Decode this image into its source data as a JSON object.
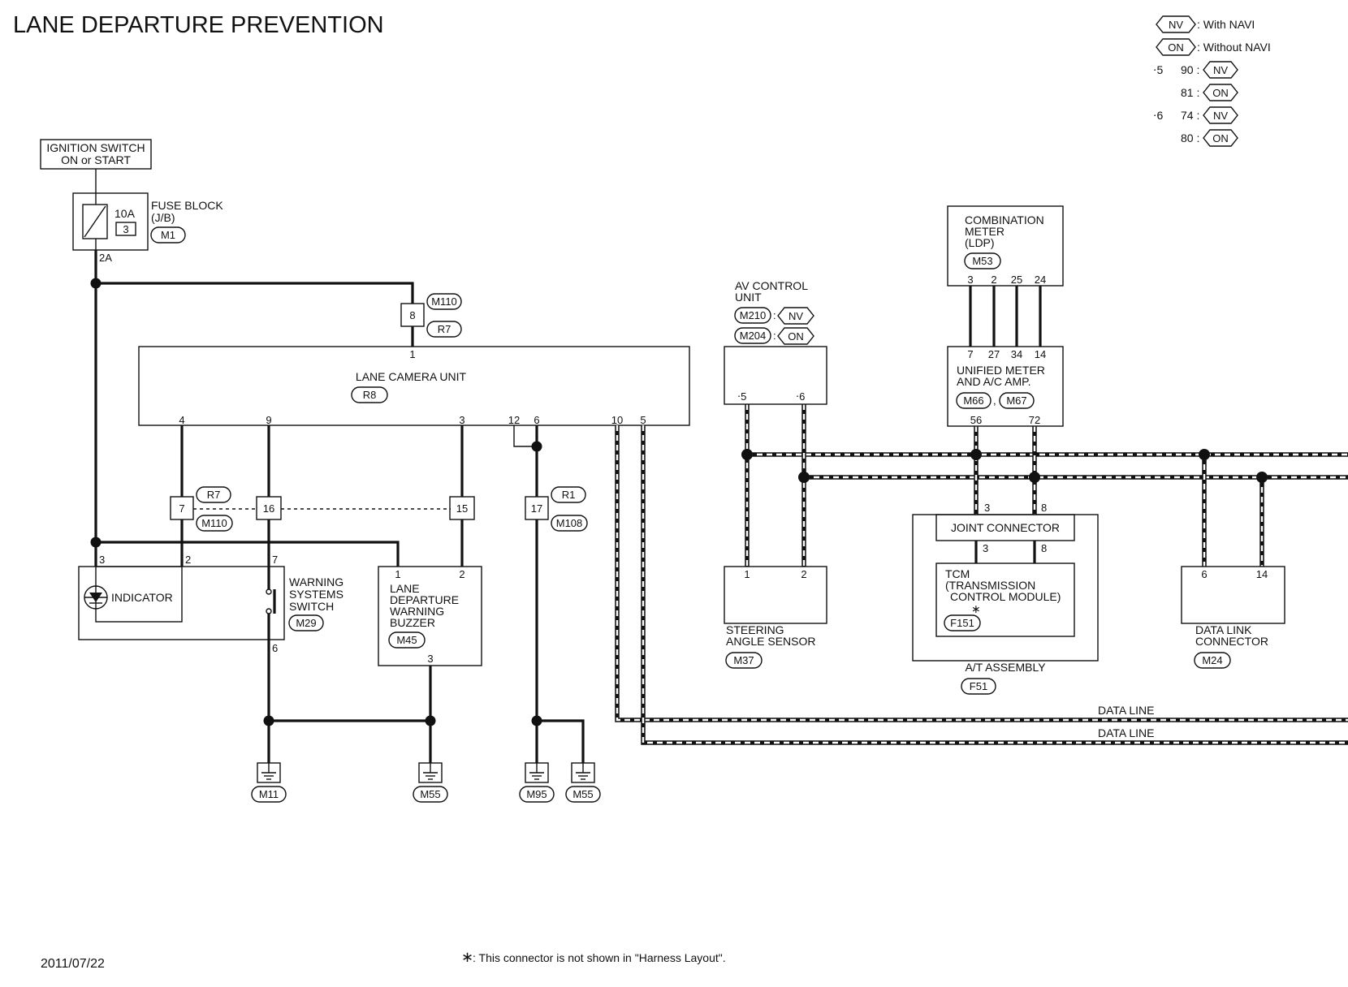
{
  "title": "LANE DEPARTURE PREVENTION",
  "legend": {
    "nv_tag": "NV",
    "nv_desc": ": With NAVI",
    "on_tag": "ON",
    "on_desc": ": Without NAVI",
    "star5": "⋅5",
    "star5_pin_nv": "90 :",
    "star5_pin_on": "81 :",
    "star6": "⋅6",
    "star6_pin_nv": "74 :",
    "star6_pin_on": "80 :"
  },
  "ignition": {
    "line1": "IGNITION SWITCH",
    "line2": "ON or START"
  },
  "fuse": {
    "label1": "FUSE BLOCK",
    "label2": "(J/B)",
    "connector": "M1",
    "amp": "10A",
    "number": "3",
    "output_pin": "2A"
  },
  "junction_top": {
    "pin": "8",
    "conn_a": "M110",
    "conn_b": "R7"
  },
  "lane_camera": {
    "name": "LANE CAMERA UNIT",
    "connector": "R8",
    "pin_top": "1",
    "pins": [
      "4",
      "9",
      "3",
      "12",
      "6",
      "10",
      "5"
    ]
  },
  "junctions_mid": {
    "j7": "7",
    "j16": "16",
    "j15": "15",
    "conn_r7": "R7",
    "conn_m110": "M110",
    "j17": "17",
    "conn_r1": "R1",
    "conn_m108": "M108"
  },
  "warning_switch": {
    "indicator": "INDICATOR",
    "label1": "WARNING",
    "label2": "SYSTEMS",
    "label3": "SWITCH",
    "connector": "M29",
    "pin3": "3",
    "pin2": "2",
    "pin7": "7",
    "pin6": "6"
  },
  "buzzer": {
    "line1": "LANE",
    "line2": "DEPARTURE",
    "line3": "WARNING",
    "line4": "BUZZER",
    "connector": "M45",
    "pin1": "1",
    "pin2": "2",
    "pin3": "3"
  },
  "grounds": [
    "M11",
    "M55",
    "M95",
    "M55"
  ],
  "av_control": {
    "line1": "AV CONTROL",
    "line2": "UNIT",
    "conn_nv": "M210",
    "conn_on": "M204",
    "tag_nv": "NV",
    "tag_on": "ON",
    "sep": ":",
    "pin_a": "⋅5",
    "pin_b": "⋅6"
  },
  "steering": {
    "line1": "STEERING",
    "line2": "ANGLE SENSOR",
    "connector": "M37",
    "pin1": "1",
    "pin2": "2"
  },
  "combination_meter": {
    "line1": "COMBINATION",
    "line2": "METER",
    "line3": "(LDP)",
    "connector": "M53",
    "pins": [
      "3",
      "2",
      "25",
      "24"
    ]
  },
  "unified_meter": {
    "pins_top": [
      "7",
      "27",
      "34",
      "14"
    ],
    "line1": "UNIFIED METER",
    "line2": "AND A/C AMP.",
    "conn_a": "M66",
    "conn_b": "M67",
    "comma": ",",
    "pin56": "56",
    "pin72": "72"
  },
  "at_assembly": {
    "joint": "JOINT CONNECTOR",
    "pin3": "3",
    "pin8": "8",
    "tcm1": "TCM",
    "tcm2": "(TRANSMISSION",
    "tcm3": "CONTROL MODULE)",
    "star": "∗",
    "tcm_conn": "F151",
    "label": "A/T ASSEMBLY",
    "connector": "F51"
  },
  "data_link": {
    "line1": "DATA LINK",
    "line2": "CONNECTOR",
    "connector": "M24",
    "pin6": "6",
    "pin14": "14"
  },
  "data_line_1": "DATA LINE",
  "data_line_2": "DATA LINE",
  "footer_date": "2011/07/22",
  "footnote_star": "∗",
  "footnote": ": This connector is not shown in \"Harness Layout\"."
}
